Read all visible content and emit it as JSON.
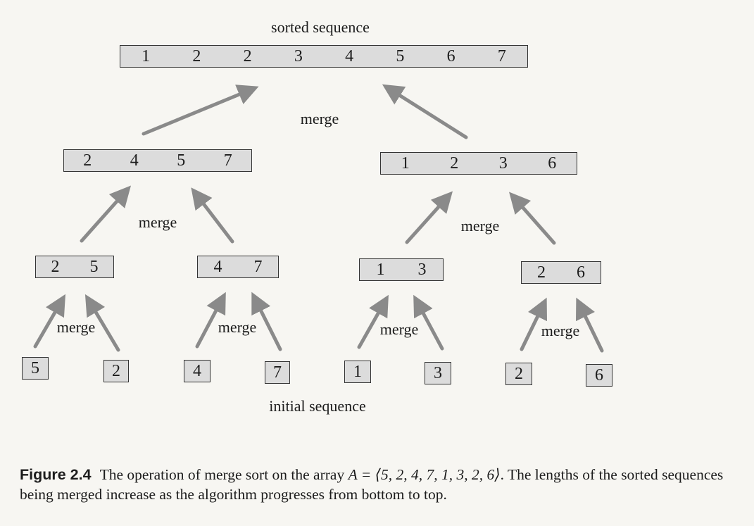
{
  "diagram": {
    "top_label": "sorted sequence",
    "bottom_label": "initial sequence",
    "merge_label": "merge",
    "level3": [
      [
        1,
        2,
        2,
        3,
        4,
        5,
        6,
        7
      ]
    ],
    "level2": [
      [
        2,
        4,
        5,
        7
      ],
      [
        1,
        2,
        3,
        6
      ]
    ],
    "level1": [
      [
        2,
        5
      ],
      [
        4,
        7
      ],
      [
        1,
        3
      ],
      [
        2,
        6
      ]
    ],
    "level0": [
      [
        5
      ],
      [
        2
      ],
      [
        4
      ],
      [
        7
      ],
      [
        1
      ],
      [
        3
      ],
      [
        2
      ],
      [
        6
      ]
    ],
    "arrow_color": "#8a8a8a",
    "box_fill": "#dcdcdc"
  },
  "caption": {
    "figure_label": "Figure 2.4",
    "text_before_math": "The operation of merge sort on the array",
    "math": "A = ⟨5, 2, 4, 7, 1, 3, 2, 6⟩",
    "text_after_math": ". The lengths of the sorted sequences being merged increase as the algorithm progresses from bottom to top."
  }
}
